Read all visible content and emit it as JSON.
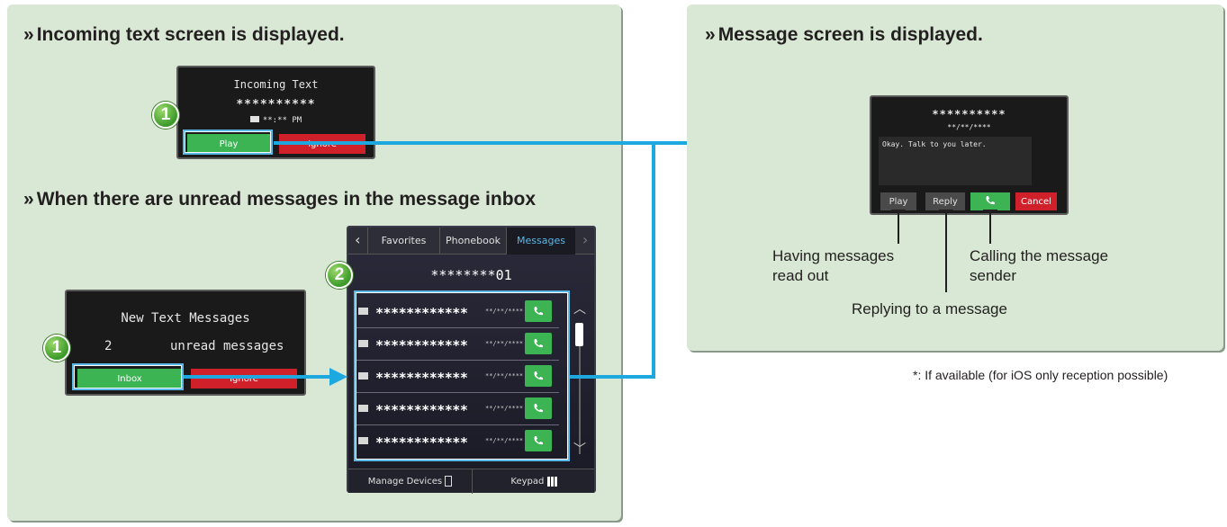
{
  "left_panel": {
    "heading1": "Incoming text screen is displayed.",
    "heading2": "When there are unread messages in the message inbox",
    "heading_mark": "»",
    "incoming_screen": {
      "title": "Incoming Text",
      "sender": "**********",
      "time": "**:** PM",
      "play_label": "Play",
      "ignore_label": "Ignore"
    },
    "new_messages_screen": {
      "title": "New Text Messages",
      "count": "2",
      "count_label": "unread messages",
      "inbox_label": "Inbox",
      "ignore_label": "Ignore"
    },
    "phone_screen": {
      "tabs": [
        "Favorites",
        "Phonebook",
        "Messages"
      ],
      "active_tab": "Messages",
      "account": "********01",
      "messages": [
        {
          "sender": "************",
          "date": "**/**/****"
        },
        {
          "sender": "************",
          "date": "**/**/****"
        },
        {
          "sender": "************",
          "date": "**/**/****"
        },
        {
          "sender": "************",
          "date": "**/**/****"
        },
        {
          "sender": "************",
          "date": "**/**/****"
        }
      ],
      "manage_devices": "Manage Devices",
      "keypad": "Keypad"
    },
    "badge1": "1",
    "badge1b": "1",
    "badge2": "2"
  },
  "right_panel": {
    "heading": "Message screen is displayed.",
    "message_screen": {
      "sender": "**********",
      "date": "**/**/****",
      "body": "Okay. Talk to you later.",
      "play_label": "Play",
      "reply_label": "Reply",
      "cancel_label": "Cancel"
    },
    "labels": {
      "read_out": "Having messages read out",
      "calling": "Calling the message sender",
      "replying": "Replying to a message"
    }
  },
  "footnote": "*: If available (for iOS only reception possible)",
  "colors": {
    "panel_bg": "#d8e8d4",
    "accent_blue": "#1ea8e0",
    "green": "#3cb454",
    "red": "#d0202a"
  }
}
